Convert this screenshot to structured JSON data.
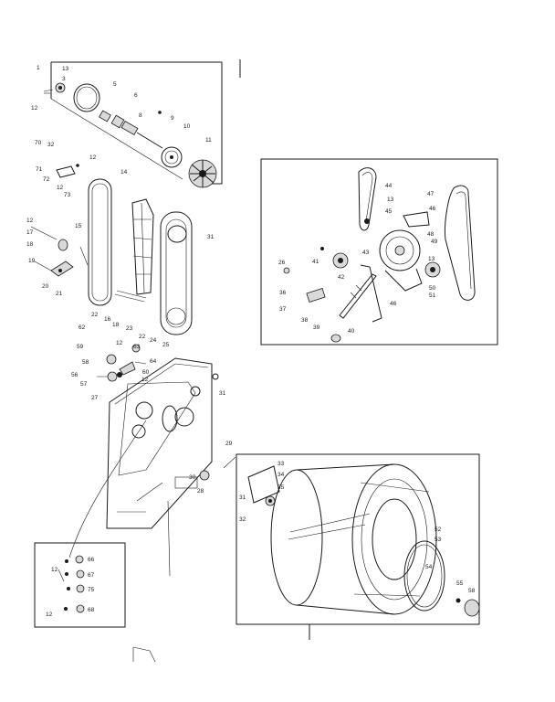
{
  "diagram": {
    "labels": [
      {
        "id": "l1",
        "text": "1"
      },
      {
        "id": "l13a",
        "text": "13"
      },
      {
        "id": "l3",
        "text": "3"
      },
      {
        "id": "l5",
        "text": "5"
      },
      {
        "id": "l6",
        "text": "6"
      },
      {
        "id": "l12a",
        "text": "12"
      },
      {
        "id": "l8",
        "text": "8"
      },
      {
        "id": "l9",
        "text": "9"
      },
      {
        "id": "l10",
        "text": "10"
      },
      {
        "id": "l11",
        "text": "11"
      },
      {
        "id": "l70",
        "text": "70"
      },
      {
        "id": "l32a",
        "text": "32"
      },
      {
        "id": "l12b",
        "text": "12"
      },
      {
        "id": "l71",
        "text": "71"
      },
      {
        "id": "l72",
        "text": "72"
      },
      {
        "id": "l12c",
        "text": "12"
      },
      {
        "id": "l73",
        "text": "73"
      },
      {
        "id": "l14",
        "text": "14"
      },
      {
        "id": "l12d",
        "text": "12"
      },
      {
        "id": "l17",
        "text": "17"
      },
      {
        "id": "l18",
        "text": "18"
      },
      {
        "id": "l19",
        "text": "19"
      },
      {
        "id": "l20",
        "text": "20"
      },
      {
        "id": "l21",
        "text": "21"
      },
      {
        "id": "l15",
        "text": "15"
      },
      {
        "id": "l31a",
        "text": "31"
      },
      {
        "id": "l22a",
        "text": "22"
      },
      {
        "id": "l16",
        "text": "16"
      },
      {
        "id": "l62",
        "text": "62"
      },
      {
        "id": "l18b",
        "text": "18"
      },
      {
        "id": "l23",
        "text": "23"
      },
      {
        "id": "l22b",
        "text": "22"
      },
      {
        "id": "l24",
        "text": "24"
      },
      {
        "id": "l25",
        "text": "25"
      },
      {
        "id": "l12e",
        "text": "12"
      },
      {
        "id": "l59",
        "text": "59"
      },
      {
        "id": "l63",
        "text": "63"
      },
      {
        "id": "l64",
        "text": "64"
      },
      {
        "id": "l58",
        "text": "58"
      },
      {
        "id": "l60",
        "text": "60"
      },
      {
        "id": "l56",
        "text": "56"
      },
      {
        "id": "l12f",
        "text": "12"
      },
      {
        "id": "l57",
        "text": "57"
      },
      {
        "id": "l27",
        "text": "27"
      },
      {
        "id": "l31b",
        "text": "31"
      },
      {
        "id": "l44",
        "text": "44"
      },
      {
        "id": "l13b",
        "text": "13"
      },
      {
        "id": "l47",
        "text": "47"
      },
      {
        "id": "l45",
        "text": "45"
      },
      {
        "id": "l46",
        "text": "46"
      },
      {
        "id": "l48",
        "text": "48"
      },
      {
        "id": "l49",
        "text": "49"
      },
      {
        "id": "l26",
        "text": "26"
      },
      {
        "id": "l41",
        "text": "41"
      },
      {
        "id": "l43",
        "text": "43"
      },
      {
        "id": "l13c",
        "text": "13"
      },
      {
        "id": "l42",
        "text": "42"
      },
      {
        "id": "l50",
        "text": "50"
      },
      {
        "id": "l51",
        "text": "51"
      },
      {
        "id": "l36",
        "text": "36"
      },
      {
        "id": "l37",
        "text": "37"
      },
      {
        "id": "l38",
        "text": "38"
      },
      {
        "id": "l39",
        "text": "39"
      },
      {
        "id": "l40",
        "text": "40"
      },
      {
        "id": "l46b",
        "text": "46"
      },
      {
        "id": "l29",
        "text": "29"
      },
      {
        "id": "l33",
        "text": "33"
      },
      {
        "id": "l34",
        "text": "34"
      },
      {
        "id": "l35",
        "text": "35"
      },
      {
        "id": "l30",
        "text": "30"
      },
      {
        "id": "l31c",
        "text": "31"
      },
      {
        "id": "l28",
        "text": "28"
      },
      {
        "id": "l32b",
        "text": "32"
      },
      {
        "id": "l52",
        "text": "52"
      },
      {
        "id": "l53",
        "text": "53"
      },
      {
        "id": "l54",
        "text": "54"
      },
      {
        "id": "l55",
        "text": "55"
      },
      {
        "id": "l58b",
        "text": "58"
      },
      {
        "id": "l66",
        "text": "66"
      },
      {
        "id": "l12g",
        "text": "12"
      },
      {
        "id": "l67",
        "text": "67"
      },
      {
        "id": "l75",
        "text": "75"
      },
      {
        "id": "l12h",
        "text": "12"
      },
      {
        "id": "l68",
        "text": "68"
      }
    ]
  }
}
